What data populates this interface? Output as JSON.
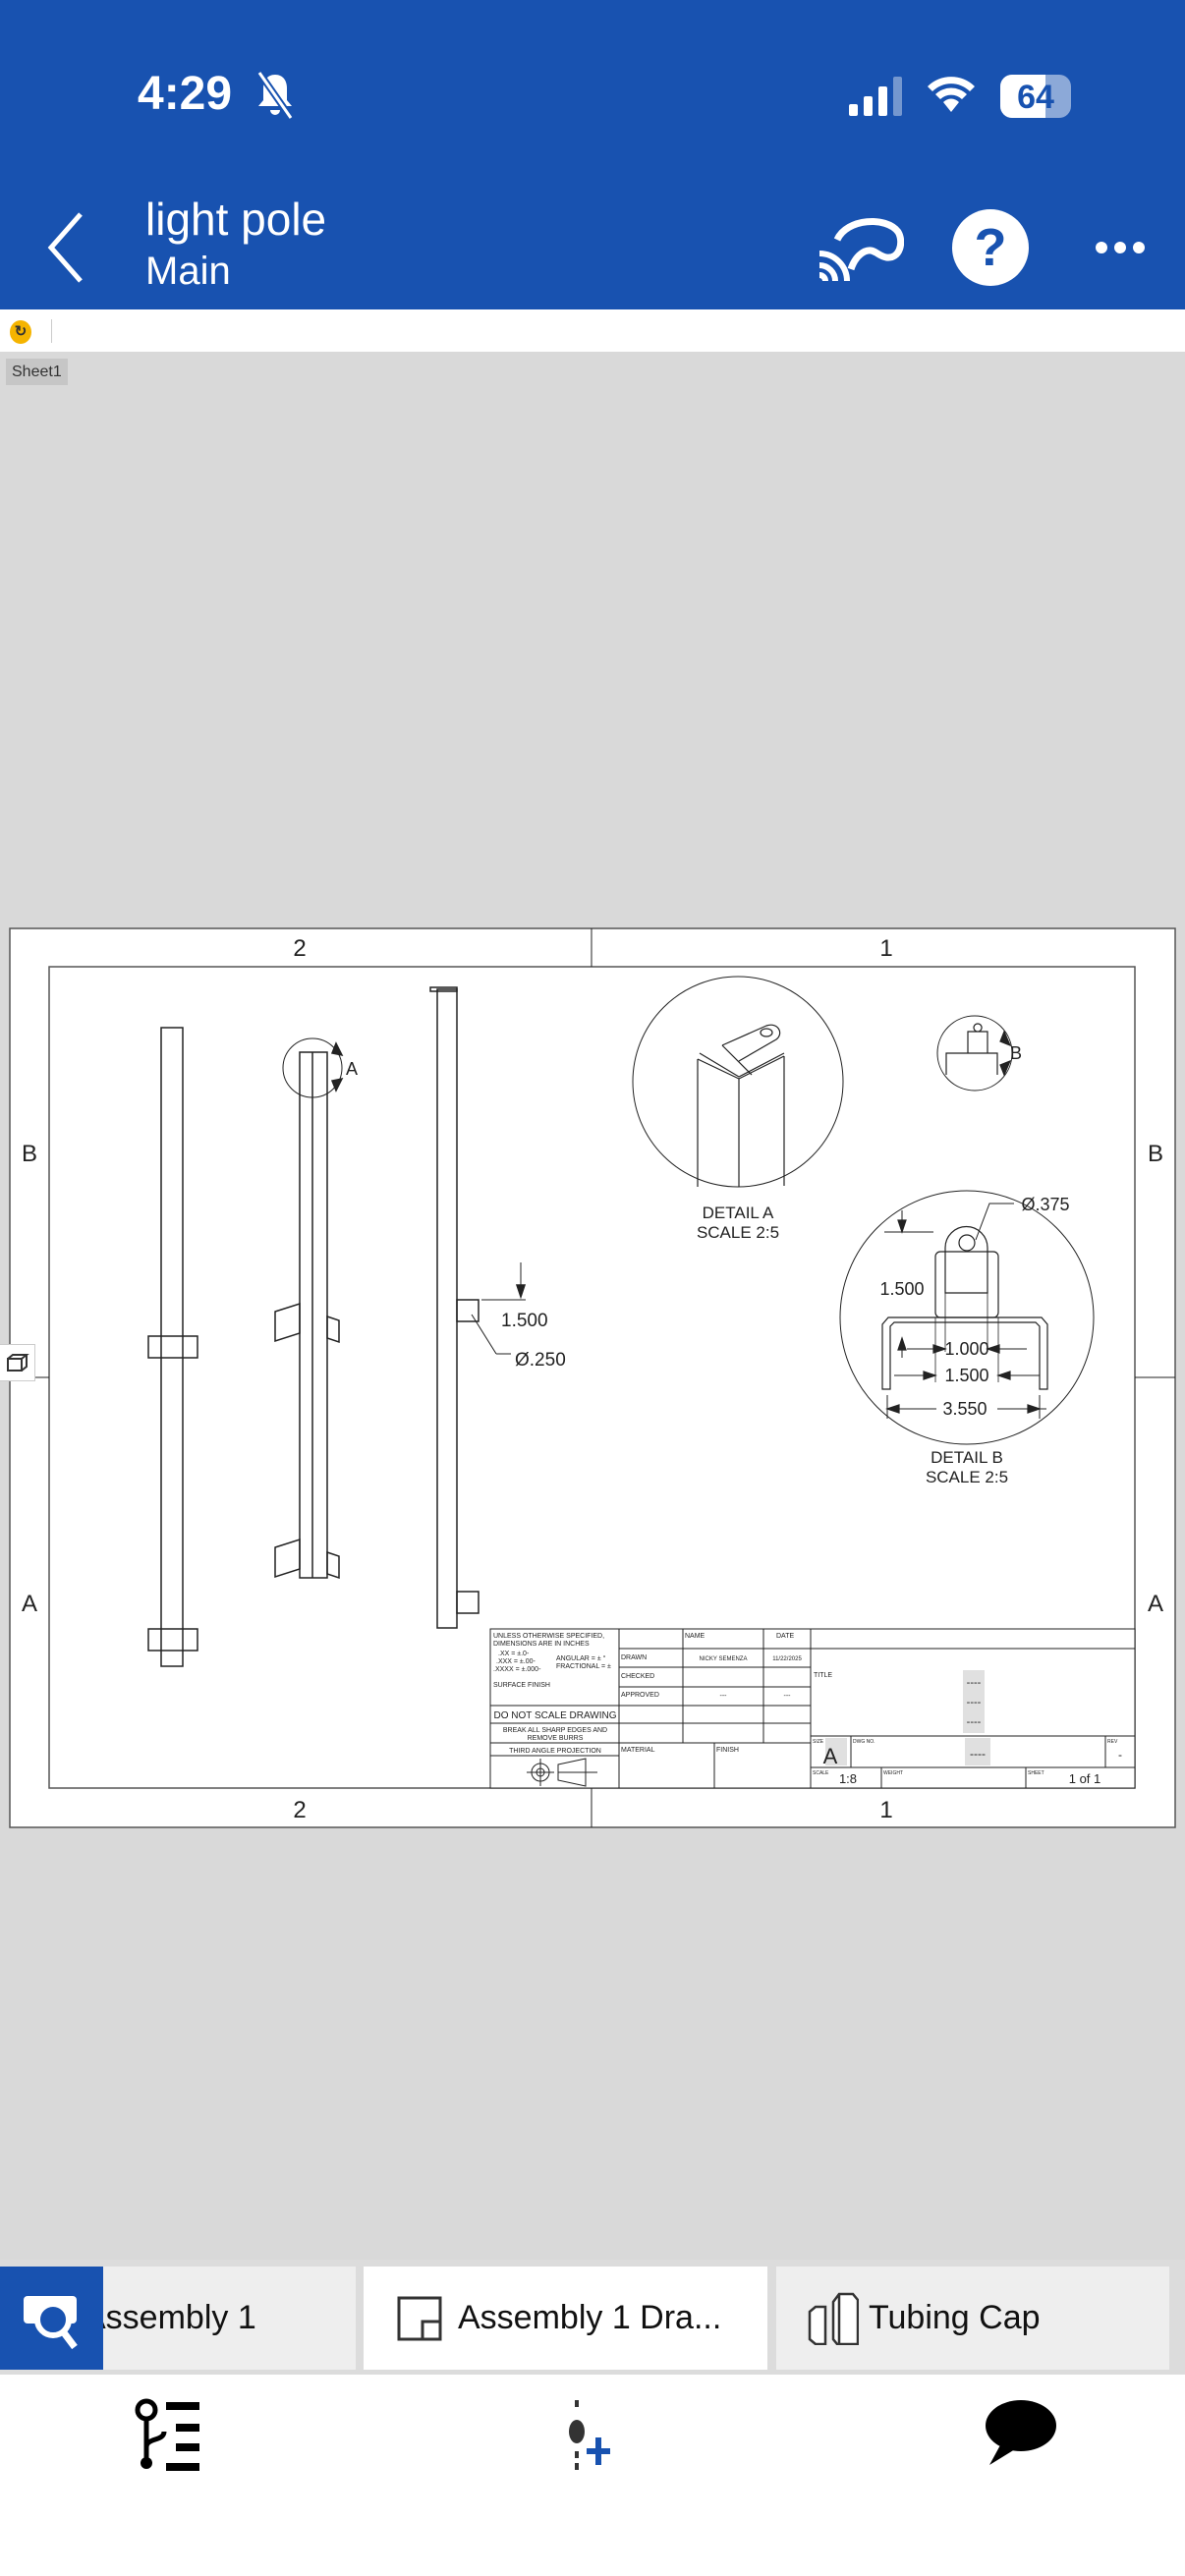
{
  "status_bar": {
    "time": "4:29",
    "battery": "64",
    "battery_level": 0.64
  },
  "header": {
    "title": "light pole",
    "subtitle": "Main"
  },
  "sheet_tab": "Sheet1",
  "drawing": {
    "zones_top": [
      "2",
      "1"
    ],
    "zones_side": [
      "B",
      "A"
    ],
    "detail_callout_a": "A",
    "detail_callout_b": "B",
    "dims": {
      "pole_offset": "1.500",
      "hole": "Ø.250",
      "b_hole": "Ø.375",
      "b_height": "1.500",
      "b_w1": "1.000",
      "b_w2": "1.500",
      "b_w3": "3.550"
    },
    "detail_a": {
      "label": "DETAIL A",
      "scale": "SCALE 2:5"
    },
    "detail_b": {
      "label": "DETAIL B",
      "scale": "SCALE 2:5"
    },
    "title_block": {
      "tol_1": "UNLESS OTHERWISE SPECIFIED,",
      "tol_2": "DIMENSIONS ARE IN INCHES",
      "tol_xx": ".XX = ±.0-",
      "tol_xxx": ".XXX = ±.00-",
      "tol_xxxx": ".XXXX = ±.000-",
      "angular": "ANGULAR = ± °",
      "fractional": "FRACTIONAL = ±",
      "surface": "SURFACE FINISH",
      "no_scale": "DO NOT SCALE DRAWING",
      "break_1": "BREAK ALL SHARP EDGES AND",
      "break_2": "REMOVE BURRS",
      "projection": "THIRD ANGLE PROJECTION",
      "name_h": "NAME",
      "date_h": "DATE",
      "drawn": "DRAWN",
      "drawn_name": "NICKY SEMENZA",
      "drawn_date": "11/22/2025",
      "checked": "CHECKED",
      "approved": "APPROVED",
      "approved_name": "---",
      "approved_date": "---",
      "material": "MATERIAL",
      "finish": "FINISH",
      "title_h": "TITLE",
      "title_1": "----",
      "title_2": "----",
      "title_3": "----",
      "size_h": "SIZE",
      "size": "A",
      "dwg_h": "DWG NO.",
      "dwg": "----",
      "rev_h": "REV",
      "rev": "-",
      "scale_h": "SCALE",
      "scale": "1:8",
      "weight_h": "WEIGHT",
      "sheet_h": "SHEET",
      "sheet": "1 of 1"
    }
  },
  "tabs": [
    {
      "label": "Assembly 1"
    },
    {
      "label": "Assembly 1 Dra..."
    },
    {
      "label": "Tubing Cap"
    }
  ]
}
